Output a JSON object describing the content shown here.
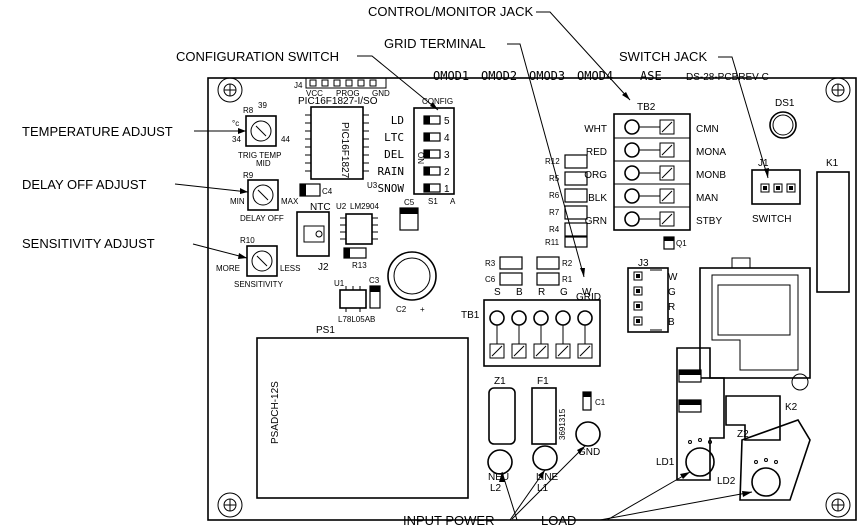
{
  "callouts": {
    "control_monitor_jack": "CONTROL/MONITOR JACK",
    "grid_terminal": "GRID TERMINAL",
    "configuration_switch": "CONFIGURATION SWITCH",
    "switch_jack": "SWITCH JACK",
    "temperature_adjust": "TEMPERATURE ADJUST",
    "delay_off_adjust": "DELAY OFF ADJUST",
    "sensitivity_adjust": "SENSITIVITY ADJUST",
    "input_power": "INPUT POWER",
    "load": "LOAD"
  },
  "board": {
    "header_row": [
      "OMOD1",
      "OMOD2",
      "OMOD3",
      "OMOD4"
    ],
    "brand": "ASE",
    "revision": "DS-28-PCBREV C",
    "ds1": "DS1",
    "k1": "K1",
    "k2": "K2",
    "z2": "Z2",
    "ld1": "LD1",
    "ld2": "LD2"
  },
  "j4": {
    "label": "J4",
    "vcc": "VCC",
    "prog": "PROG",
    "gnd": "GND",
    "ic_part": "PIC16F1827-I/SO",
    "ic_body": "PIC16F1827",
    "u3": "U3"
  },
  "config": {
    "label": "CONFIG",
    "options": [
      "LD",
      "LTC",
      "DEL",
      "RAIN",
      "SNOW"
    ],
    "numbers": [
      "5",
      "4",
      "3",
      "2",
      "1"
    ],
    "on": "ON",
    "s1": "S1",
    "a": "A"
  },
  "pots": {
    "r8": "R8",
    "r8_top": "39",
    "r8_left": "34",
    "r8_right": "44",
    "r8_bottom": "TRIG TEMP",
    "r8_c": "°c",
    "r9": "R9",
    "r9_top": "MID",
    "r9_left": "MIN",
    "r9_right": "MAX",
    "r9_bottom": "DELAY OFF",
    "r10": "R10",
    "r10_left": "MORE",
    "r10_right": "LESS",
    "r10_bottom": "SENSITIVITY"
  },
  "components": {
    "c4": "C4",
    "ntc": "NTC",
    "u2": "U2",
    "lm2904": "LM2904",
    "c5": "C5",
    "j2": "J2",
    "r13": "R13",
    "u1": "U1",
    "c3": "C3",
    "l78": "L78L05AB",
    "c2": "C2",
    "plus": "+",
    "c1": "C1",
    "c6": "C6",
    "r3": "R3",
    "r1": "R1",
    "r2": "R2",
    "q1": "Q1",
    "r12": "R12",
    "r5": "R5",
    "r6": "R6",
    "r7": "R7",
    "r4": "R4",
    "r11": "R11"
  },
  "tb2": {
    "label": "TB2",
    "left": [
      "WHT",
      "RED",
      "ORG",
      "BLK",
      "GRN"
    ],
    "right": [
      "CMN",
      "MONA",
      "MONB",
      "MAN",
      "STBY"
    ]
  },
  "j1": {
    "label": "J1",
    "caption": "SWITCH"
  },
  "tb1": {
    "label": "TB1",
    "pins": [
      "S",
      "B",
      "R",
      "G",
      "W"
    ],
    "grid": "GRID"
  },
  "j3": {
    "label": "J3",
    "pins": [
      "W",
      "G",
      "R",
      "B"
    ]
  },
  "power": {
    "ps1": "PS1",
    "model": "PSADCH-12S",
    "z1": "Z1",
    "f1": "F1",
    "fuse_part": "3691315",
    "neu": "NEU",
    "l2": "L2",
    "line": "LINE",
    "l1": "L1",
    "gnd": "GND"
  }
}
